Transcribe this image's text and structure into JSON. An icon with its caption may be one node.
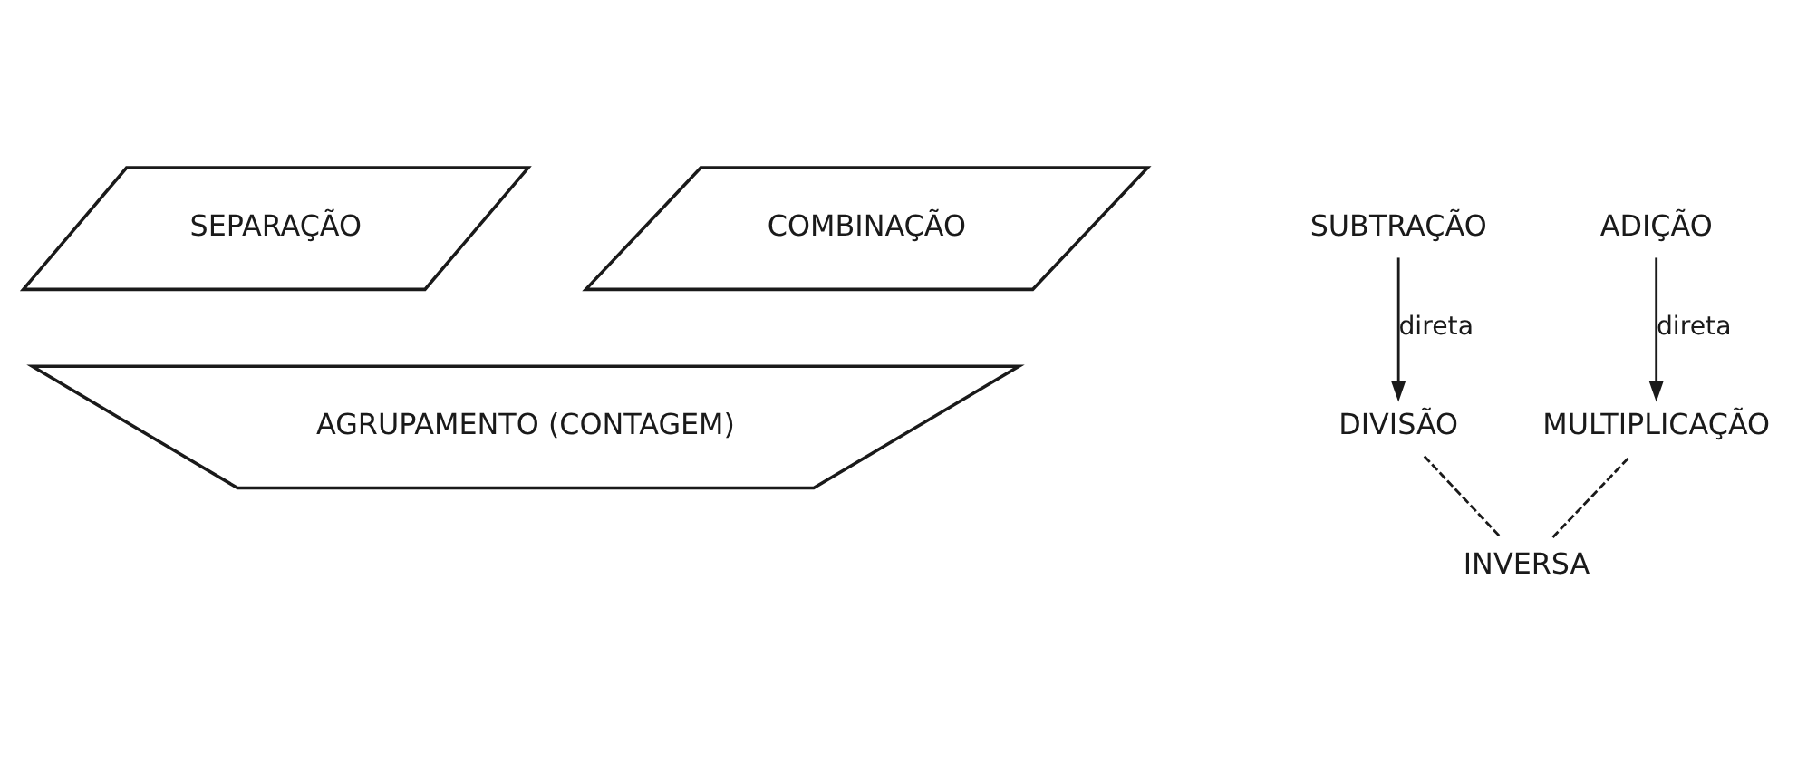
{
  "diagram": {
    "nodes": [
      {
        "text": [
          "SEPARAÇÃO"
        ]
      },
      {
        "text": [
          "AGRUPAMENTO (CONTAGEM)"
        ]
      },
      {
        "text": [
          "COMBINAÇÃO"
        ]
      },
      {
        "text": [
          "SUBTRAÇÃO"
        ]
      },
      {
        "text": [
          "DIVISÃO"
        ]
      },
      {
        "text": [
          "ADIÇÃO"
        ]
      },
      {
        "text": [
          "MULTIPLICAÇÃO"
        ]
      },
      {
        "text": [
          "INVERSA"
        ]
      }
    ],
    "edges": [
      {
        "from": 3,
        "to": 4,
        "arrow": "to",
        "label": "direta"
      },
      {
        "from": 5,
        "to": 6,
        "arrow": "to",
        "label": "direta"
      },
      {
        "from": 4,
        "to": 7,
        "arrow": "none",
        "style": "dashed"
      },
      {
        "from": 7,
        "to": 6,
        "arrow": "none",
        "style": "dashed"
      }
    ]
  }
}
